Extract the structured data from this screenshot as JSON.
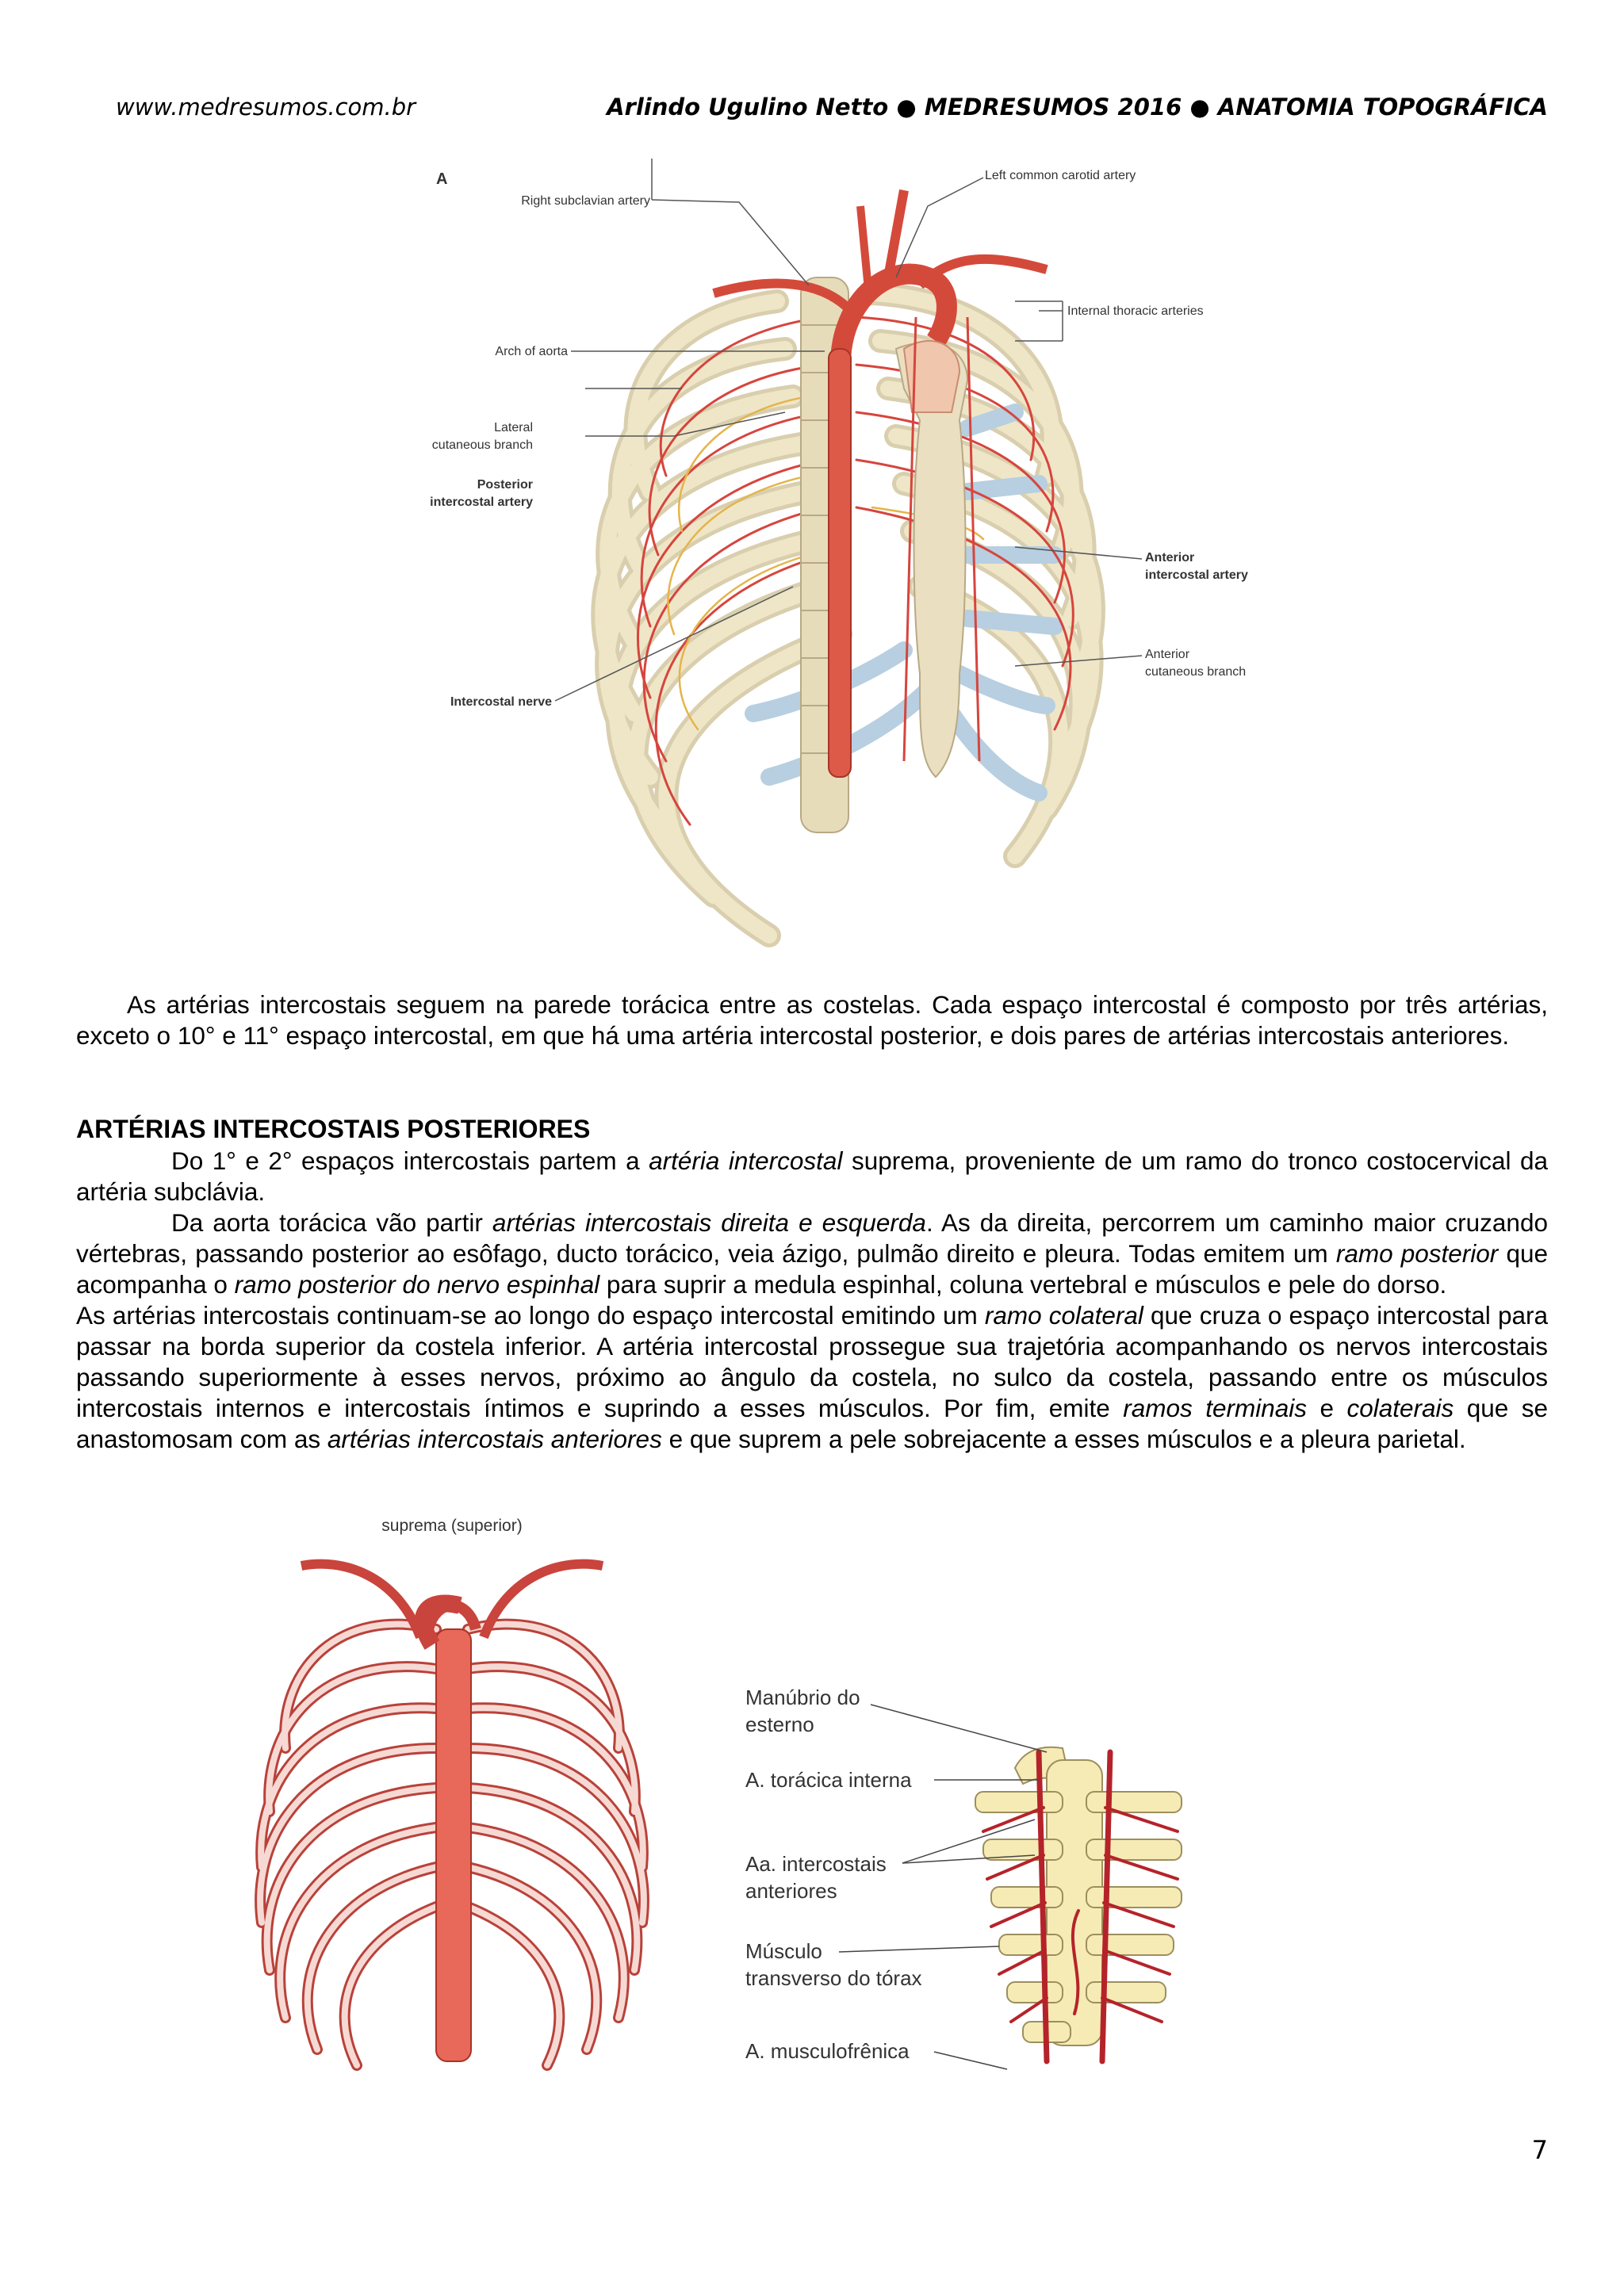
{
  "header": {
    "website": "www.medresumos.com.br",
    "title": "Arlindo Ugulino Netto ● MEDRESUMOS 2016 ● ANATOMIA TOPOGRÁFICA"
  },
  "figure_a": {
    "panel_letter": "A",
    "labels": {
      "right_subclavian": "Right subclavian artery",
      "left_common_carotid": "Left common carotid artery",
      "internal_thoracic": "Internal thoracic arteries",
      "arch_of_aorta": "Arch of aorta",
      "lateral_cutaneous_1": "Lateral",
      "lateral_cutaneous_2": "cutaneous branch",
      "posterior_intercostal_1": "Posterior",
      "posterior_intercostal_2": "intercostal artery",
      "anterior_intercostal_1": "Anterior",
      "anterior_intercostal_2": "intercostal artery",
      "anterior_cutaneous_1": "Anterior",
      "anterior_cutaneous_2": "cutaneous branch",
      "intercostal_nerve": "Intercostal nerve"
    }
  },
  "intro_paragraph": "As artérias intercostais seguem na parede torácica entre as costelas. Cada espaço intercostal é composto por três artérias, exceto o 10° e 11° espaço intercostal, em que há uma artéria intercostal posterior, e dois pares de artérias intercostais anteriores.",
  "section": {
    "heading": "ARTÉRIAS INTERCOSTAIS POSTERIORES",
    "p1_a": "Do 1° e 2° espaços intercostais partem a ",
    "p1_em": "artéria intercostal",
    "p1_b": " suprema, proveniente de um ramo do tronco costocervical da artéria subclávia.",
    "p2_a": "Da aorta torácica vão partir ",
    "p2_em1": "artérias intercostais direita e esquerda",
    "p2_b": ". As da direita, percorrem um caminho maior cruzando vértebras, passando posterior ao esôfago, ducto torácico, veia ázigo, pulmão direito e pleura. Todas emitem um ",
    "p2_em2": "ramo posterior",
    "p2_c": " que acompanha o ",
    "p2_em3": "ramo posterior do nervo espinhal",
    "p2_d": " para suprir a medula espinhal, coluna vertebral e músculos e pele do dorso.",
    "p3_a": "As artérias intercostais continuam-se ao longo do espaço intercostal emitindo um ",
    "p3_em1": "ramo colateral",
    "p3_b": " que cruza o espaço intercostal para passar na borda superior da costela inferior. A artéria intercostal prossegue sua trajetória acompanhando os nervos intercostais passando superiormente à esses nervos, próximo ao ângulo da costela, no sulco da costela, passando entre os músculos intercostais internos e intercostais íntimos e suprindo a esses músculos. Por fim, emite ",
    "p3_em2": "ramos terminais",
    "p3_c": " e ",
    "p3_em3": "colaterais",
    "p3_d": " que se anastomosam com as ",
    "p3_em4": "artérias intercostais anteriores",
    "p3_e": " e que suprem a pele sobrejacente a esses músculos e a pleura parietal."
  },
  "figure_b": {
    "top_label": "suprema (superior)"
  },
  "figure_c": {
    "labels": {
      "manubrio_1": "Manúbrio do",
      "manubrio_2": "esterno",
      "toracica_interna": "A. torácica interna",
      "intercostais_1": "Aa. intercostais",
      "intercostais_2": "anteriores",
      "musculo_1": "Músculo",
      "musculo_2": "transverso do tórax",
      "musculofrenica": "A. musculofrênica"
    }
  },
  "page_number": "7"
}
